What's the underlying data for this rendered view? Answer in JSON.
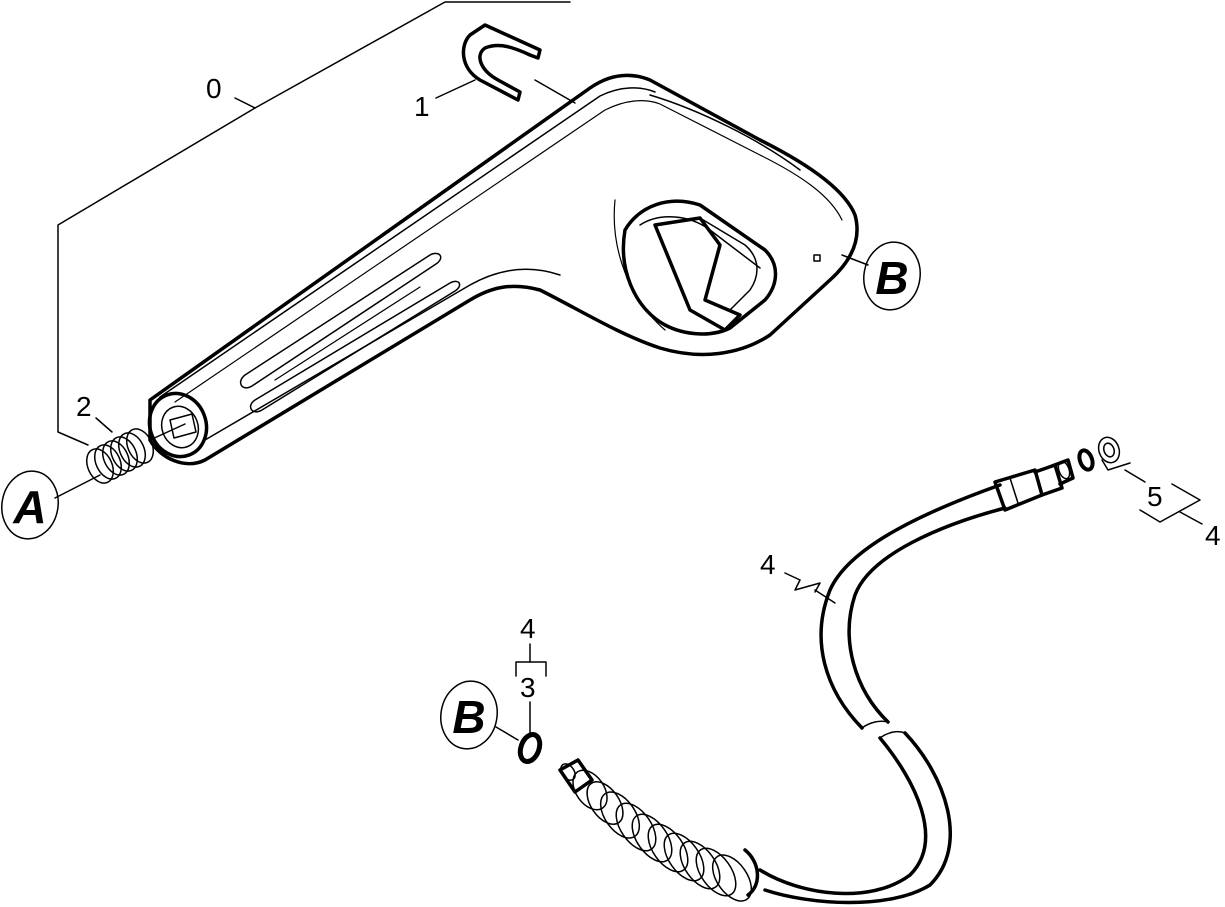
{
  "parts": [
    {
      "id": "0",
      "label": "0"
    },
    {
      "id": "1",
      "label": "1"
    },
    {
      "id": "2",
      "label": "2"
    },
    {
      "id": "3",
      "label": "3"
    },
    {
      "id": "4a",
      "label": "4"
    },
    {
      "id": "4b",
      "label": "4"
    },
    {
      "id": "4c",
      "label": "4"
    },
    {
      "id": "5",
      "label": "5"
    }
  ],
  "callouts": {
    "a": "A",
    "b_upper": "B",
    "b_lower": "B"
  },
  "colors": {
    "line": "#000000",
    "background": "#ffffff"
  }
}
